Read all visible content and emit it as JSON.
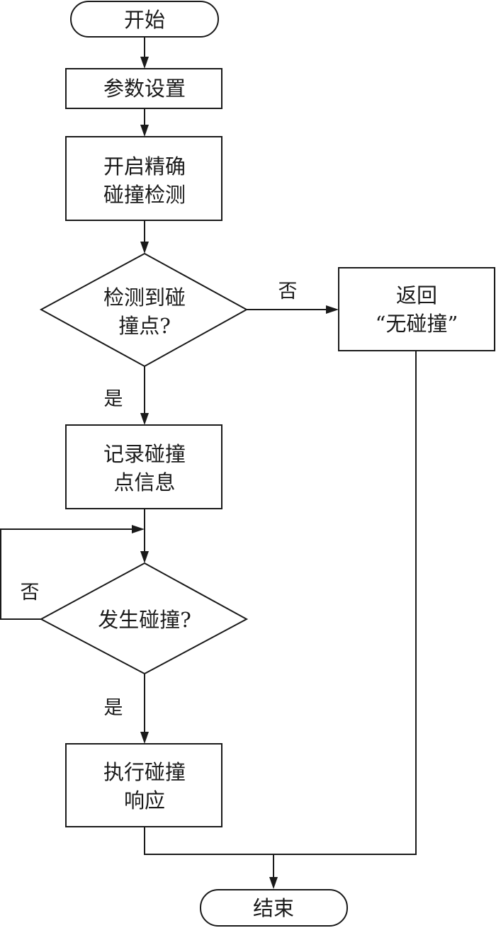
{
  "flowchart": {
    "nodes": {
      "start": {
        "type": "terminal",
        "label": "开始"
      },
      "params": {
        "type": "process",
        "label": "参数设置"
      },
      "enable_detection": {
        "type": "process",
        "lines": [
          "开启精确",
          "碰撞检测"
        ]
      },
      "detect_point": {
        "type": "decision",
        "lines": [
          "检测到碰",
          "撞点?"
        ]
      },
      "return_none": {
        "type": "process",
        "lines": [
          "返回",
          "“无碰撞”"
        ]
      },
      "record_info": {
        "type": "process",
        "lines": [
          "记录碰撞",
          "点信息"
        ]
      },
      "collision_occurs": {
        "type": "decision",
        "label": "发生碰撞?"
      },
      "execute_response": {
        "type": "process",
        "lines": [
          "执行碰撞",
          "响应"
        ]
      },
      "end": {
        "type": "terminal",
        "label": "结束"
      }
    },
    "edges": [
      {
        "from": "start",
        "to": "params",
        "label": ""
      },
      {
        "from": "params",
        "to": "enable_detection",
        "label": ""
      },
      {
        "from": "enable_detection",
        "to": "detect_point",
        "label": ""
      },
      {
        "from": "detect_point",
        "to": "return_none",
        "label": "否"
      },
      {
        "from": "detect_point",
        "to": "record_info",
        "label": "是"
      },
      {
        "from": "record_info",
        "to": "collision_occurs",
        "label": ""
      },
      {
        "from": "collision_occurs",
        "to": "collision_occurs",
        "label": "否"
      },
      {
        "from": "collision_occurs",
        "to": "execute_response",
        "label": "是"
      },
      {
        "from": "execute_response",
        "to": "end",
        "label": ""
      },
      {
        "from": "return_none",
        "to": "end",
        "label": ""
      }
    ],
    "edge_labels": {
      "detect_no": "否",
      "detect_yes": "是",
      "collision_no": "否",
      "collision_yes": "是"
    }
  }
}
